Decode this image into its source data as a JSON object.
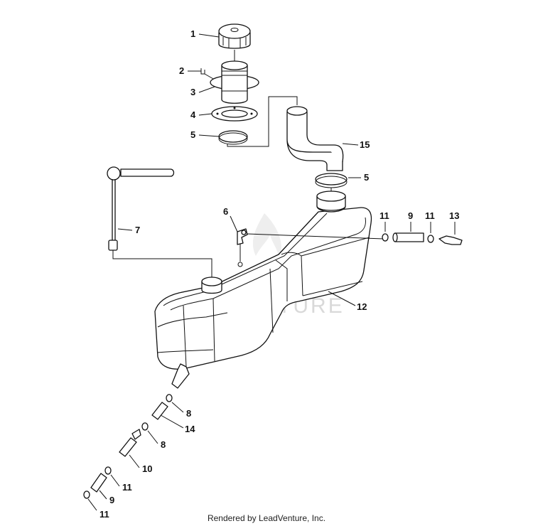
{
  "footer": "Rendered by LeadVenture, Inc.",
  "watermark": "LEADVENTURE",
  "callouts": [
    {
      "id": "c1",
      "text": "1"
    },
    {
      "id": "c2",
      "text": "2"
    },
    {
      "id": "c3",
      "text": "3"
    },
    {
      "id": "c4",
      "text": "4"
    },
    {
      "id": "c5a",
      "text": "5"
    },
    {
      "id": "c15",
      "text": "15"
    },
    {
      "id": "c5b",
      "text": "5"
    },
    {
      "id": "c6",
      "text": "6"
    },
    {
      "id": "c7",
      "text": "7"
    },
    {
      "id": "c11a",
      "text": "11"
    },
    {
      "id": "c9a",
      "text": "9"
    },
    {
      "id": "c11b",
      "text": "11"
    },
    {
      "id": "c13",
      "text": "13"
    },
    {
      "id": "c12",
      "text": "12"
    },
    {
      "id": "c8a",
      "text": "8"
    },
    {
      "id": "c14",
      "text": "14"
    },
    {
      "id": "c8b",
      "text": "8"
    },
    {
      "id": "c10",
      "text": "10"
    },
    {
      "id": "c11c",
      "text": "11"
    },
    {
      "id": "c9b",
      "text": "9"
    },
    {
      "id": "c11d",
      "text": "11"
    }
  ]
}
